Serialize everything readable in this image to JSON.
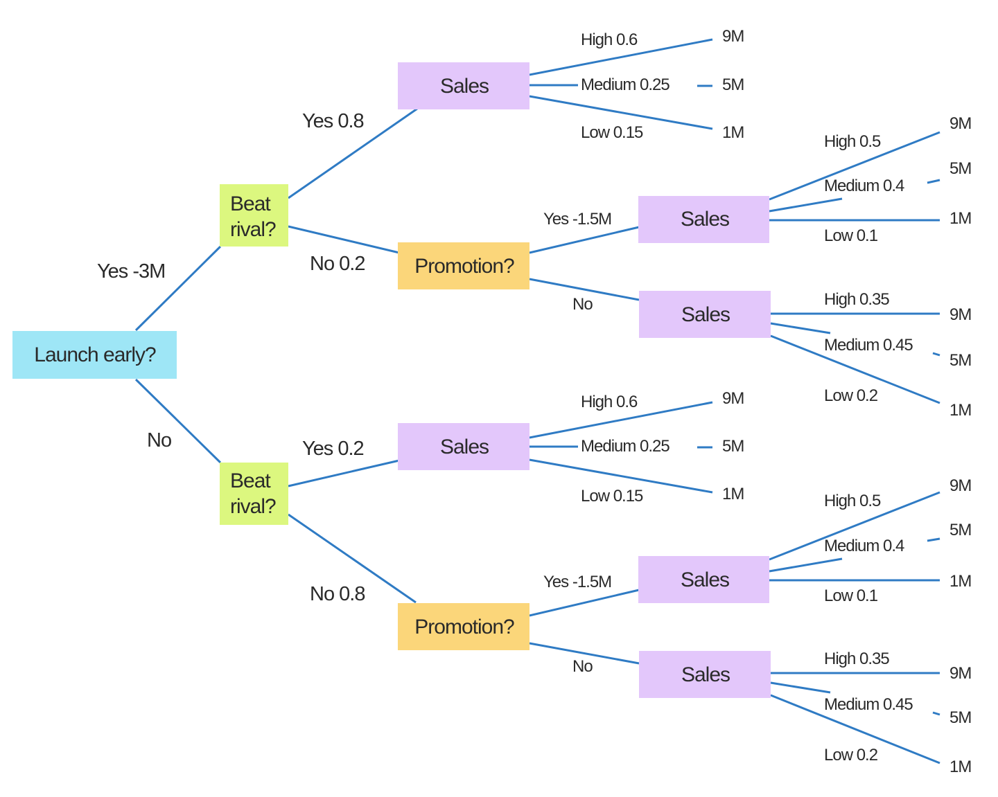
{
  "colors": {
    "decision_root": "#9ee6f6",
    "chance_beat": "#dcf77f",
    "promotion": "#fbd67a",
    "sales": "#e3c7fb",
    "edge": "#2f7bc4"
  },
  "root": {
    "label": "Launch early?",
    "branches": [
      {
        "label": "Yes -3M",
        "node": {
          "label_lines": [
            "Beat",
            "rival?"
          ],
          "branches": [
            {
              "label": "Yes 0.8",
              "node": {
                "label": "Sales",
                "outcomes": [
                  {
                    "label": "High 0.6",
                    "payoff": "9M"
                  },
                  {
                    "label": "Medium 0.25",
                    "payoff": "5M"
                  },
                  {
                    "label": "Low 0.15",
                    "payoff": "1M"
                  }
                ]
              }
            },
            {
              "label": "No 0.2",
              "node": {
                "label": "Promotion?",
                "branches": [
                  {
                    "label": "Yes -1.5M",
                    "node": {
                      "label": "Sales",
                      "outcomes": [
                        {
                          "label": "High 0.5",
                          "payoff": "9M"
                        },
                        {
                          "label": "Medium 0.4",
                          "payoff": "5M"
                        },
                        {
                          "label": "Low 0.1",
                          "payoff": "1M"
                        }
                      ]
                    }
                  },
                  {
                    "label": "No",
                    "node": {
                      "label": "Sales",
                      "outcomes": [
                        {
                          "label": "High 0.35",
                          "payoff": "9M"
                        },
                        {
                          "label": "Medium 0.45",
                          "payoff": "5M"
                        },
                        {
                          "label": "Low 0.2",
                          "payoff": "1M"
                        }
                      ]
                    }
                  }
                ]
              }
            }
          ]
        }
      },
      {
        "label": "No",
        "node": {
          "label_lines": [
            "Beat",
            "rival?"
          ],
          "branches": [
            {
              "label": "Yes 0.2",
              "node": {
                "label": "Sales",
                "outcomes": [
                  {
                    "label": "High 0.6",
                    "payoff": "9M"
                  },
                  {
                    "label": "Medium 0.25",
                    "payoff": "5M"
                  },
                  {
                    "label": "Low 0.15",
                    "payoff": "1M"
                  }
                ]
              }
            },
            {
              "label": "No 0.8",
              "node": {
                "label": "Promotion?",
                "branches": [
                  {
                    "label": "Yes -1.5M",
                    "node": {
                      "label": "Sales",
                      "outcomes": [
                        {
                          "label": "High 0.5",
                          "payoff": "9M"
                        },
                        {
                          "label": "Medium 0.4",
                          "payoff": "5M"
                        },
                        {
                          "label": "Low 0.1",
                          "payoff": "1M"
                        }
                      ]
                    }
                  },
                  {
                    "label": "No",
                    "node": {
                      "label": "Sales",
                      "outcomes": [
                        {
                          "label": "High 0.35",
                          "payoff": "9M"
                        },
                        {
                          "label": "Medium 0.45",
                          "payoff": "5M"
                        },
                        {
                          "label": "Low 0.2",
                          "payoff": "1M"
                        }
                      ]
                    }
                  }
                ]
              }
            }
          ]
        }
      }
    ]
  }
}
